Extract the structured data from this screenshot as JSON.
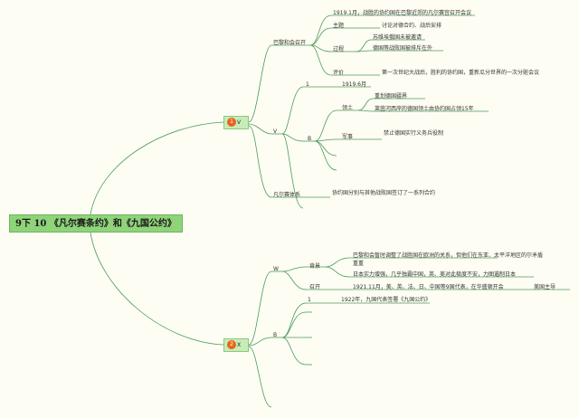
{
  "root": {
    "title": "9下 10 《凡尔赛条约》和《九国公约》"
  },
  "branch1": {
    "badge": "1",
    "label": "V"
  },
  "branch2": {
    "badge": "2",
    "label": "X"
  },
  "paris": {
    "title": "巴黎和会召开",
    "intro": "1919.1月，战胜的协约国在巴黎近郊的凡尔赛宫召开会议",
    "theme_label": "主题",
    "theme": "讨论对德合约、战后安排",
    "process_label": "过程",
    "process": [
      "苏维埃俄国未被邀请",
      "德国等战败国被排斥在外"
    ],
    "eval_label": "评价",
    "eval": "第一次世纪大战后，胜利的协约国，重新瓜分世界的一次分赃会议"
  },
  "versailles": {
    "v_label": "V",
    "one_label": "1",
    "one_date": "1919.6月",
    "b_label": "B",
    "territory_label": "领土",
    "territory": [
      "重划德国疆界",
      "莱茵河西岸的德国领土由协约国占领15年"
    ],
    "military_label": "军事",
    "military": "禁止德国实行义务兵役制",
    "system_label": "凡尔赛体系",
    "system": "协约国分别与其他战败国签订了一系列合约"
  },
  "washington": {
    "w_label": "W",
    "background_label": "背景",
    "background": [
      "巴黎和会暂时调整了战胜国在欧洲的关系，但他们在东亚、太平洋地区的尔矛盾",
      "重重",
      "日本实力增强，几乎独霸中国，英、美对此极度不安，力图遏制日本"
    ],
    "convene_label": "召开",
    "convene": "1921.11月，美、英、法、日、中国等9国代表，在华盛顿开会",
    "convene_note": "美国主导",
    "one_label": "1",
    "one_text": "1922年，九国代表签署《九国公约》",
    "b_label": "B"
  },
  "colors": {
    "line": "#4e9a5c",
    "root_bg": "#8fd37a",
    "branch_bg": "#c8ecb8",
    "badge": "#e8651f"
  }
}
